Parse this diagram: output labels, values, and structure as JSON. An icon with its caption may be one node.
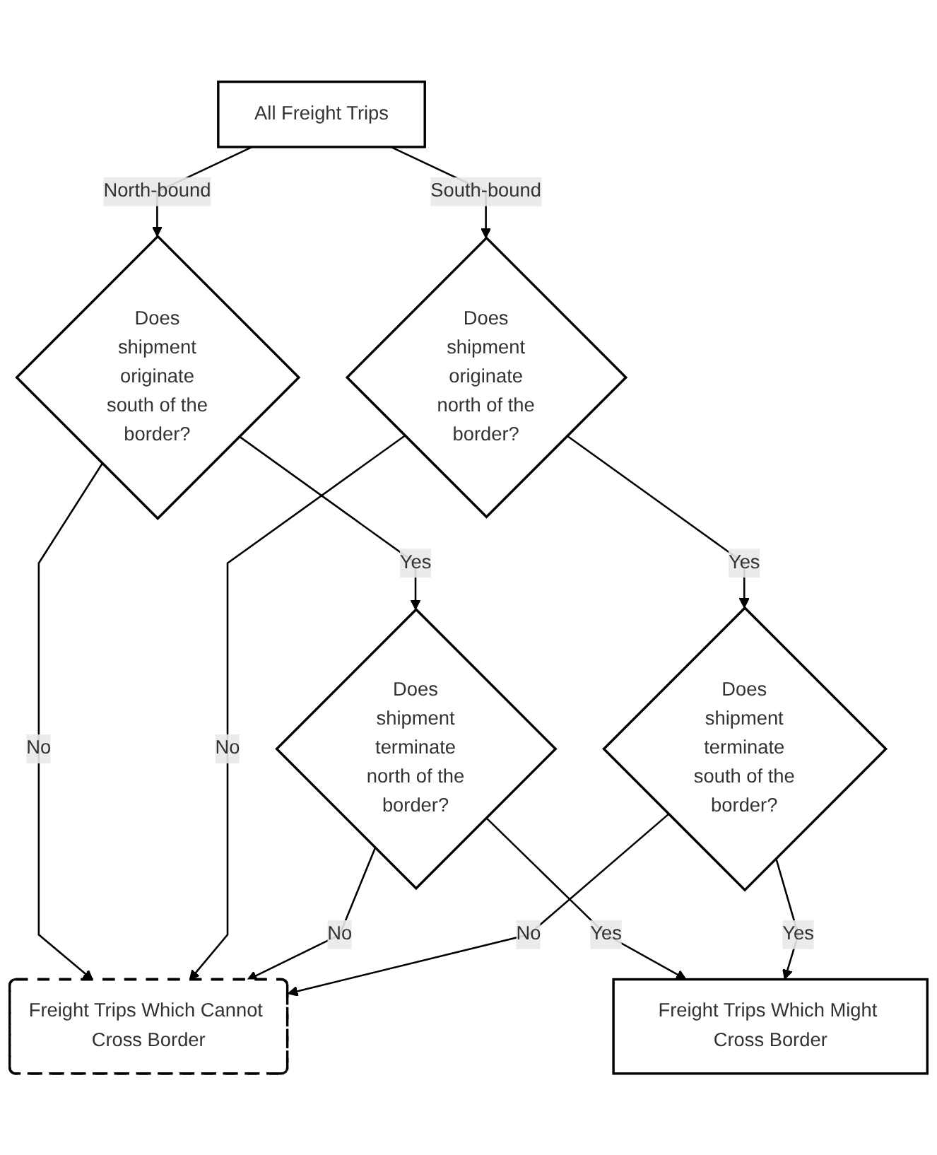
{
  "diagram": {
    "nodes": [
      {
        "text": [
          "All Freight Trips"
        ]
      },
      {
        "text": [
          "Does shipment originate south of the border?"
        ]
      },
      {
        "text": [
          "Does shipment originate north of the border?"
        ]
      },
      {
        "text": [
          "Freight Trips Which Cannot Cross Border"
        ]
      },
      {
        "text": [
          "Does shipment terminate north of the border?"
        ]
      },
      {
        "text": [
          "Does shipment terminate south of the border?"
        ]
      },
      {
        "text": [
          "Freight Trips Which Might Cross Border"
        ]
      }
    ],
    "edges": [
      {
        "from": 0,
        "to": 1,
        "arrow": "to",
        "label": "North-bound"
      },
      {
        "from": 0,
        "to": 2,
        "arrow": "to",
        "label": "South-bound"
      },
      {
        "from": 1,
        "to": 3,
        "arrow": "to",
        "label": "No"
      },
      {
        "from": 2,
        "to": 3,
        "arrow": "to",
        "label": "No"
      },
      {
        "from": 1,
        "to": 4,
        "arrow": "to",
        "label": "Yes"
      },
      {
        "from": 2,
        "to": 5,
        "arrow": "to",
        "label": "Yes"
      },
      {
        "from": 4,
        "to": 3,
        "arrow": "to",
        "label": "No"
      },
      {
        "from": 5,
        "to": 3,
        "arrow": "to",
        "label": "No"
      },
      {
        "from": 4,
        "to": 6,
        "arrow": "to",
        "label": "Yes"
      },
      {
        "from": 5,
        "to": 6,
        "arrow": "to",
        "label": "Yes"
      }
    ]
  }
}
